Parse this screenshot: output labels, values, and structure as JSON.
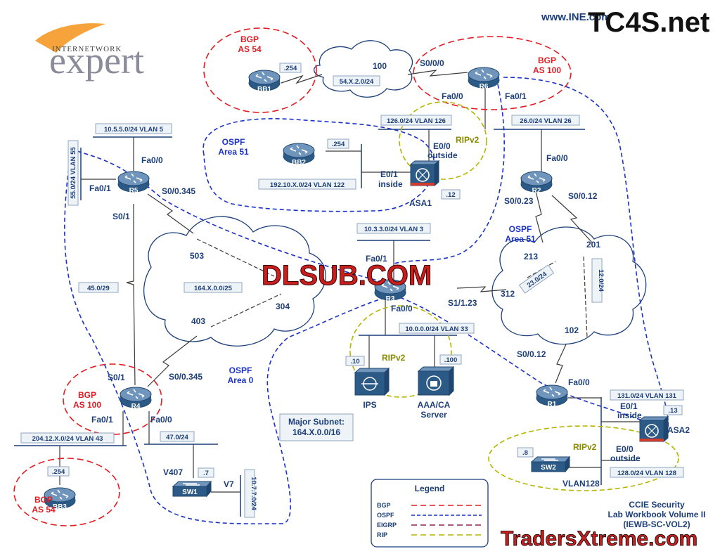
{
  "header": {
    "brand_small": "INTERNETWORK",
    "brand_big": "expert",
    "site_url": "www.INE.com",
    "site_overlay": "TC4S.net"
  },
  "watermarks": {
    "center": "DLSUB.COM",
    "bottom": "TradersXtreme.com"
  },
  "colors": {
    "bgp": "#e31b23",
    "ospf": "#1a32c8",
    "eigrp": "#8b2252",
    "rip": "#b5b500",
    "device": "#2c5a86",
    "text": "#1c3f7a"
  },
  "devices": {
    "bb1": "BB1",
    "bb2": "BB2",
    "bb3": "BB3",
    "r1": "R1",
    "r2": "R2",
    "r3": "R3",
    "r4": "R4",
    "r5": "R5",
    "r6": "R6",
    "sw1": "SW1",
    "sw2": "SW2",
    "asa1": "ASA1",
    "asa2": "ASA2",
    "ips": "IPS",
    "aaa_line1": "AAA/CA",
    "aaa_line2": "Server"
  },
  "domains": {
    "bgp54_top": {
      "line1": "BGP",
      "line2": "AS 54"
    },
    "bgp100_r6": {
      "line1": "BGP",
      "line2": "AS 100"
    },
    "bgp100_r4": {
      "line1": "BGP",
      "line2": "AS 100"
    },
    "bgp54_bb3": {
      "line1": "BGP",
      "line2": "AS 54"
    },
    "ospf51_bb2": {
      "line1": "OSPF",
      "line2": "Area 51"
    },
    "ospf51_r2": {
      "line1": "OSPF",
      "line2": "Area 51"
    },
    "ospf0": {
      "line1": "OSPF",
      "line2": "Area 0"
    },
    "rip_r6": "RIPv2",
    "rip_r3": "RIPv2",
    "rip_asa2": "RIPv2"
  },
  "subnets": {
    "s54": "54.X.2.0/24",
    "s126": "126.0/24 VLAN 126",
    "s26": "26.0/24 VLAN 26",
    "s105": "10.5.5.0/24 VLAN 5",
    "s55": "55.0/24 VLAN 55",
    "s192": "192.10.X.0/24 VLAN 122",
    "s103": "10.3.3.0/24 VLAN 3",
    "s164": "164.X.0.0/25",
    "s45": "45.0/29",
    "s23": "23.0/24",
    "s12": "12.0/24",
    "s100": "10.0.0.0/24 VLAN 33",
    "s131": "131.0/24 VLAN 131",
    "s128": "128.0/24 VLAN 128",
    "s204": "204.12.X.0/24 VLAN 43",
    "s47": "47.0/24",
    "s107": "10.7.7.0/24"
  },
  "hosts": {
    "h254_bb1": ".254",
    "h254_bb2": ".254",
    "h12": ".12",
    "h10": ".10",
    "h100": ".100",
    "h13": ".13",
    "h8": ".8",
    "h254_bb3": ".254",
    "h7": ".7"
  },
  "interfaces": {
    "s000": "S0/0/0",
    "r6fa00": "Fa0/0",
    "r6fa01": "Fa0/1",
    "dlci100": "100",
    "e00": "E0/0",
    "outside": "outside",
    "e01": "E0/1",
    "inside": "inside",
    "r5fa00": "Fa0/0",
    "r5fa01": "Fa0/1",
    "r5s0345": "S0/0.345",
    "r5s01": "S0/1",
    "r2fa00": "Fa0/0",
    "r2s023": "S0/0.23",
    "r2s012": "S0/0.12",
    "d503": "503",
    "d304": "304",
    "d403": "403",
    "d213": "213",
    "d201": "201",
    "d312": "312",
    "d102": "102",
    "r3fa01": "Fa0/1",
    "r3fa00": "Fa0/0",
    "r3s1123": "S1/1.23",
    "r4s01": "S0/1",
    "r4s0345": "S0/0.345",
    "r4fa01": "Fa0/1",
    "r4fa00": "Fa0/0",
    "r1s012": "S0/0.12",
    "r1fa00": "Fa0/0",
    "asa2e01": "E0/1",
    "asa2inside": "inside",
    "asa2e00": "E0/0",
    "asa2outside": "outside",
    "v407": "V407",
    "v7": "V7",
    "vlan128": "VLAN128"
  },
  "major_subnet": {
    "line1": "Major Subnet:",
    "line2": "164.X.0.0/16"
  },
  "legend": {
    "title": "Legend",
    "items": [
      "BGP",
      "OSPF",
      "EIGRP",
      "RIP"
    ]
  },
  "footer": {
    "line1": "CCIE Security",
    "line2": "Lab Workbook Volume II",
    "line3": "(IEWB-SC-VOL2)"
  }
}
